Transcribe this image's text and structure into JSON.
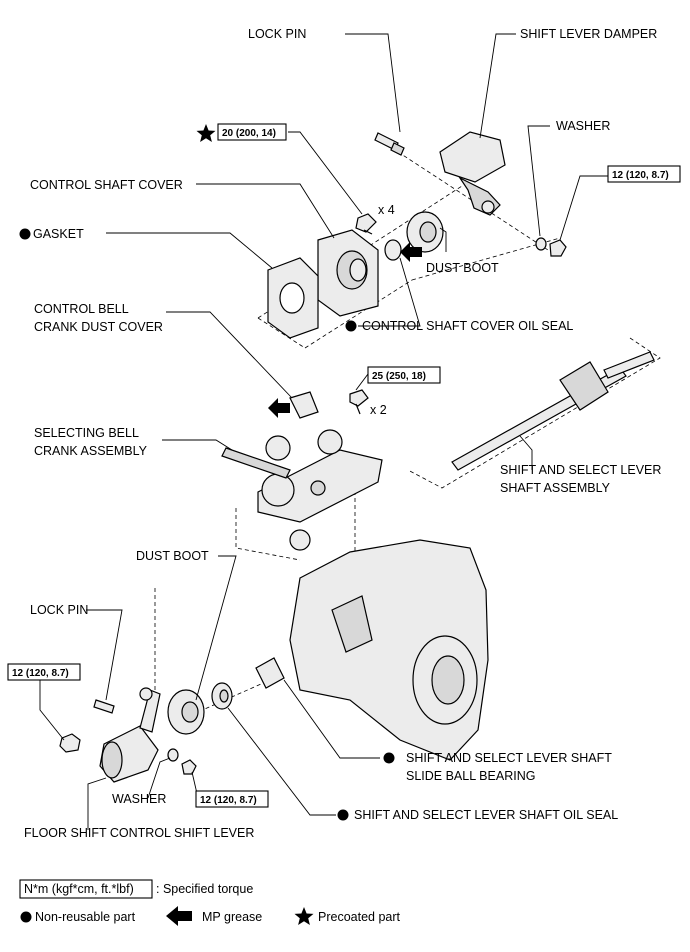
{
  "labels": {
    "lock_pin_top": "LOCK PIN",
    "shift_lever_damper": "SHIFT LEVER DAMPER",
    "washer_top": "WASHER",
    "control_shaft_cover": "CONTROL SHAFT COVER",
    "gasket": "GASKET",
    "x4": "x 4",
    "dust_boot_top": "DUST BOOT",
    "control_shaft_cover_oil_seal": "CONTROL SHAFT COVER OIL SEAL",
    "control_bell_crank_dust_cover_1": "CONTROL BELL",
    "control_bell_crank_dust_cover_2": "CRANK DUST COVER",
    "x2": "x 2",
    "selecting_bell_crank_1": "SELECTING BELL",
    "selecting_bell_crank_2": "CRANK ASSEMBLY",
    "shift_select_shaft_1": "SHIFT AND SELECT LEVER",
    "shift_select_shaft_2": "SHAFT ASSEMBLY",
    "dust_boot_bottom": "DUST BOOT",
    "lock_pin_bottom": "LOCK PIN",
    "slide_ball_bearing_1": "SHIFT AND SELECT LEVER SHAFT",
    "slide_ball_bearing_2": "SLIDE BALL BEARING",
    "washer_bottom": "WASHER",
    "shaft_oil_seal": "SHIFT AND SELECT LEVER SHAFT OIL SEAL",
    "floor_shift_lever": "FLOOR SHIFT CONTROL SHIFT LEVER"
  },
  "torques": {
    "t1": "20 (200, 14)",
    "t2": "12 (120, 8.7)",
    "t3": "25 (250, 18)",
    "t4": "12 (120, 8.7)",
    "t5": "12 (120, 8.7)"
  },
  "legend": {
    "torque_box": "N*m (kgf*cm, ft.*lbf)",
    "torque_text": ": Specified torque",
    "non_reusable": "Non-reusable part",
    "mp_grease": "MP grease",
    "precoated": "Precoated part"
  },
  "colors": {
    "ink": "#000000",
    "part_fill": "#ececec",
    "background": "#ffffff"
  }
}
